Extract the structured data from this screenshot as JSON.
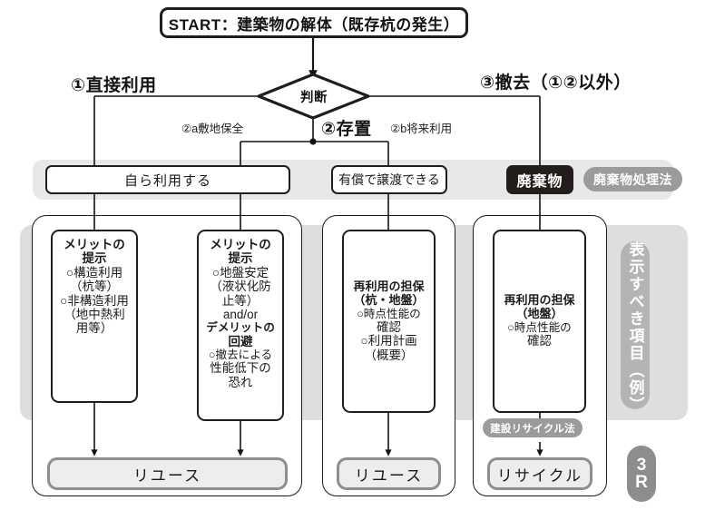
{
  "diagram": {
    "title_box": {
      "label": "START：建築物の解体（既存杭の発生）"
    },
    "decision": {
      "label": "判断"
    },
    "branches": {
      "b1": "①直接利用",
      "b2": "②存置",
      "b2a": "②a敷地保全",
      "b2b": "②b将来利用",
      "b3": "③撤去（①②以外）"
    },
    "middle_row": [
      {
        "label": "自ら利用する",
        "style": "outlined"
      },
      {
        "label": "有償で譲渡できる",
        "style": "outlined"
      },
      {
        "label": "廃棄物",
        "style": "filled-dark"
      },
      {
        "label": "廃棄物処理法",
        "style": "gray-pill"
      }
    ],
    "detail_cards": [
      {
        "lines": [
          {
            "text": "メリットの",
            "bold": true
          },
          {
            "text": "提示",
            "bold": true
          },
          {
            "text": "○構造利用",
            "bold": false
          },
          {
            "text": "（杭等）",
            "bold": false
          },
          {
            "text": "○非構造利用",
            "bold": false
          },
          {
            "text": "（地中熱利",
            "bold": false
          },
          {
            "text": "用等）",
            "bold": false
          }
        ]
      },
      {
        "lines": [
          {
            "text": "メリットの",
            "bold": true
          },
          {
            "text": "提示",
            "bold": true
          },
          {
            "text": "○地盤安定",
            "bold": false
          },
          {
            "text": "（液状化防",
            "bold": false
          },
          {
            "text": "止等）",
            "bold": false
          },
          {
            "text": "and/or",
            "bold": false
          },
          {
            "text": "デメリットの",
            "bold": true
          },
          {
            "text": "回避",
            "bold": true
          },
          {
            "text": "○撤去による",
            "bold": false
          },
          {
            "text": "性能低下の",
            "bold": false
          },
          {
            "text": "恐れ",
            "bold": false
          }
        ]
      },
      {
        "lines": [
          {
            "text": "再利用の担保",
            "bold": true
          },
          {
            "text": "（杭・地盤）",
            "bold": true
          },
          {
            "text": "○時点性能の",
            "bold": false
          },
          {
            "text": "確認",
            "bold": false
          },
          {
            "text": "○利用計画",
            "bold": false
          },
          {
            "text": "（概要）",
            "bold": false
          }
        ]
      },
      {
        "lines": [
          {
            "text": "再利用の担保",
            "bold": true
          },
          {
            "text": "（地盤）",
            "bold": true
          },
          {
            "text": "○時点性能の",
            "bold": false
          },
          {
            "text": "確認",
            "bold": false
          }
        ]
      }
    ],
    "law_pill": {
      "label": "建設リサイクル法"
    },
    "outcomes": [
      {
        "label": "リユース"
      },
      {
        "label": "リユース"
      },
      {
        "label": "リサイクル"
      }
    ],
    "side_label": {
      "label": "表示すべき項目（例）"
    },
    "badge": {
      "line1": "3",
      "line2": "R"
    }
  },
  "colors": {
    "ink": "#211d1c",
    "waste_fill": "#231d1b",
    "pill_gray": "#9b9b9b",
    "panel_gray": "#dedede",
    "band_gray": "#e8e8e8",
    "outcome_fill": "#ededed",
    "outcome_border": "#8e8e8e",
    "badge_gray": "#8d8d8d",
    "side_gray": "#b4b4b4"
  }
}
